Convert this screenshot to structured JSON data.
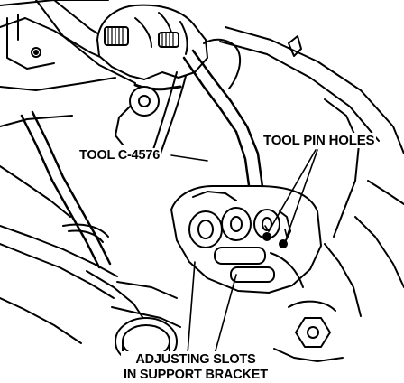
{
  "labels": {
    "tool_pin_holes": "TOOL PIN HOLES",
    "tool": "TOOL C-4576",
    "adjusting_slots_line1": "ADJUSTING SLOTS",
    "adjusting_slots_line2": "IN SUPPORT BRACKET"
  },
  "colors": {
    "ink": "#000000",
    "paper": "#ffffff"
  }
}
